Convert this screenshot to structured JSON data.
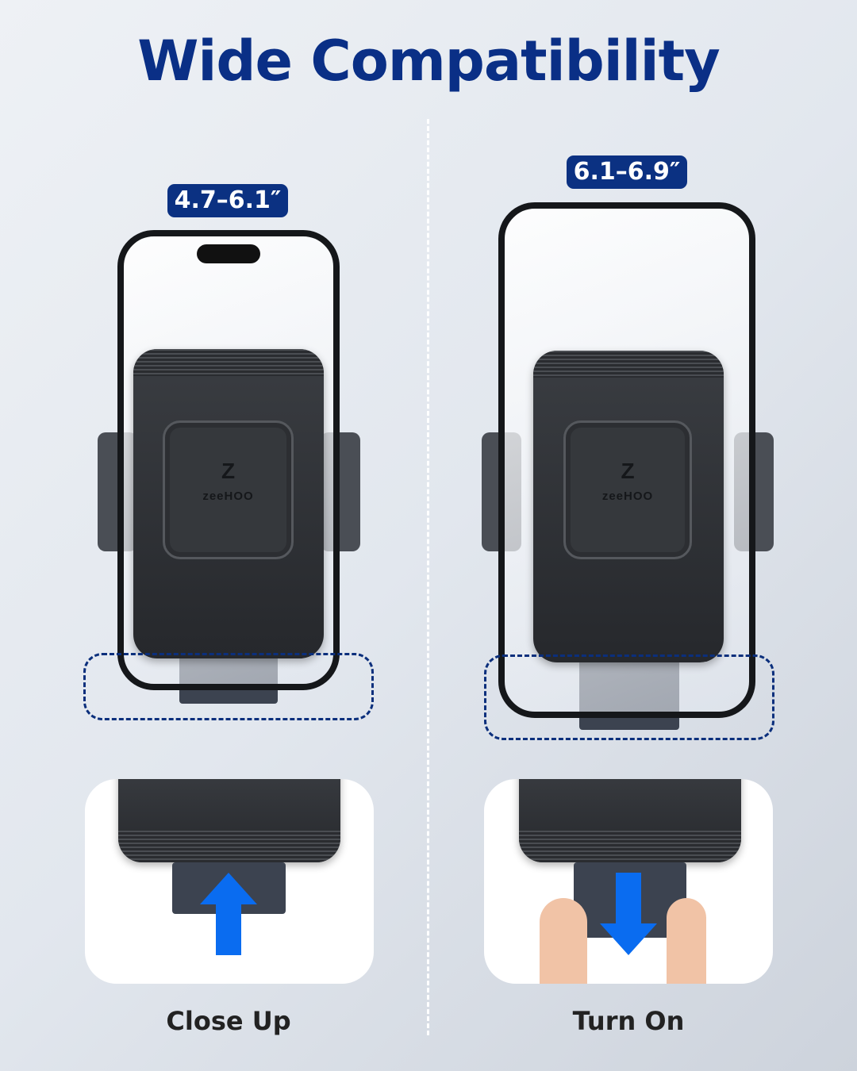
{
  "title": "Wide Compatibility",
  "left": {
    "size_badge": "4.7–6.1″",
    "caption": "Close Up",
    "brand_mark": "Z",
    "brand": "zeeHOO"
  },
  "right": {
    "size_badge": "6.1–6.9″",
    "caption": "Turn On",
    "brand_mark": "Z",
    "brand": "zeeHOO"
  },
  "colors": {
    "title": "#0a2f86",
    "badge": "#0b3182",
    "arrow": "#0a6cf0"
  }
}
